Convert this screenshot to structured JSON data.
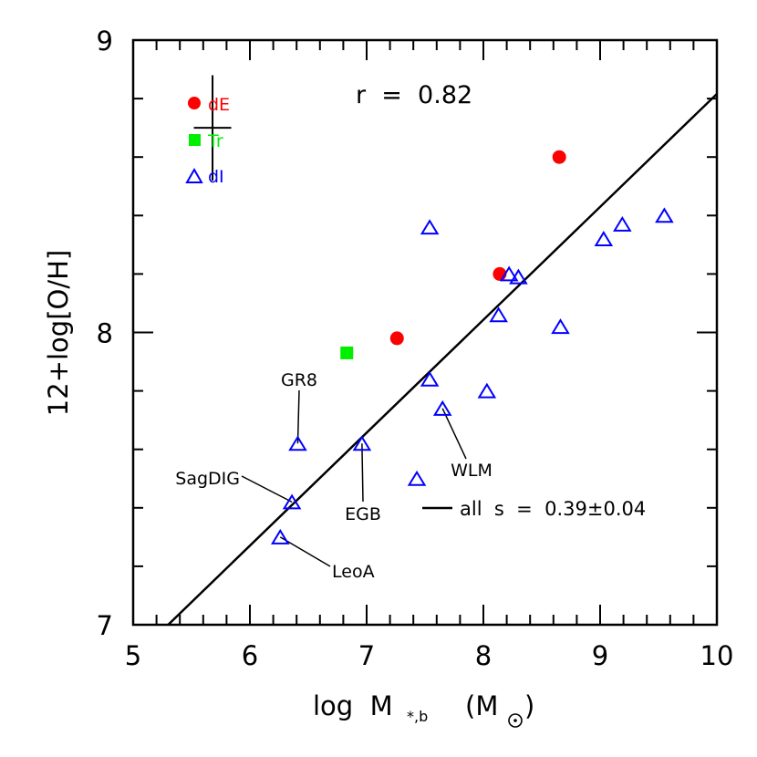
{
  "chart_data": {
    "type": "scatter",
    "title": "",
    "xlabel": "log M*,b (M☉)",
    "ylabel": "12+log[O/H]",
    "xlim": [
      5,
      10
    ],
    "ylim": [
      7,
      9
    ],
    "x_ticks": [
      5,
      6,
      7,
      8,
      9,
      10
    ],
    "y_ticks": [
      7,
      8,
      9
    ],
    "x_minor_step": 0.2,
    "y_minor_step": 0.2,
    "grid": false,
    "legend_position": "upper-left",
    "series": [
      {
        "name": "dE",
        "marker": "filled-circle",
        "color": "#ff0000",
        "points": [
          {
            "x": 8.65,
            "y": 8.6
          },
          {
            "x": 8.14,
            "y": 8.2
          },
          {
            "x": 7.26,
            "y": 7.98
          }
        ]
      },
      {
        "name": "Tr",
        "marker": "filled-square",
        "color": "#00ee00",
        "points": [
          {
            "x": 6.83,
            "y": 7.93
          }
        ]
      },
      {
        "name": "dI",
        "marker": "open-triangle",
        "color": "#0000ff",
        "points": [
          {
            "x": 7.54,
            "y": 8.36
          },
          {
            "x": 8.22,
            "y": 8.2
          },
          {
            "x": 8.3,
            "y": 8.19
          },
          {
            "x": 8.13,
            "y": 8.06
          },
          {
            "x": 8.66,
            "y": 8.02
          },
          {
            "x": 9.03,
            "y": 8.32
          },
          {
            "x": 9.19,
            "y": 8.37
          },
          {
            "x": 9.55,
            "y": 8.4
          },
          {
            "x": 7.54,
            "y": 7.84
          },
          {
            "x": 8.03,
            "y": 7.8
          },
          {
            "x": 7.65,
            "y": 7.74,
            "label": "WLM"
          },
          {
            "x": 6.41,
            "y": 7.62,
            "label": "GR8"
          },
          {
            "x": 6.96,
            "y": 7.62,
            "label": "EGB"
          },
          {
            "x": 7.43,
            "y": 7.5
          },
          {
            "x": 6.36,
            "y": 7.42,
            "label": "SagDIG"
          },
          {
            "x": 6.26,
            "y": 7.3,
            "label": "LeoA"
          }
        ]
      }
    ],
    "fit_line": {
      "name": "all",
      "label": "all  s = 0.39±0.04",
      "slope": 0.39,
      "slope_err": 0.04,
      "x0": 5.3,
      "y0": 7.0,
      "x1": 10.0,
      "y1": 8.816
    },
    "annotations": {
      "correlation": "r = 0.82",
      "error_bar": {
        "x": 5.68,
        "y": 8.7,
        "xerr": 0.16,
        "yerr": 0.18
      }
    }
  },
  "legend": {
    "dE": "dE",
    "Tr": "Tr",
    "dI": "dI"
  },
  "labels": {
    "correlation": "r  =  0.82",
    "fit": "all  s  =  0.39±0.04",
    "ylabel": "12+log[O/H]",
    "xlabel_main": "log  M",
    "xlabel_sub": "*,b",
    "xlabel_unit_open": "(M",
    "xlabel_unit_close": ")",
    "points": {
      "GR8": "GR8",
      "SagDIG": "SagDIG",
      "EGB": "EGB",
      "WLM": "WLM",
      "LeoA": "LeoA"
    }
  },
  "colors": {
    "dE": "#ff0000",
    "Tr": "#00ee00",
    "dI": "#0000ff",
    "axis": "#000000"
  }
}
